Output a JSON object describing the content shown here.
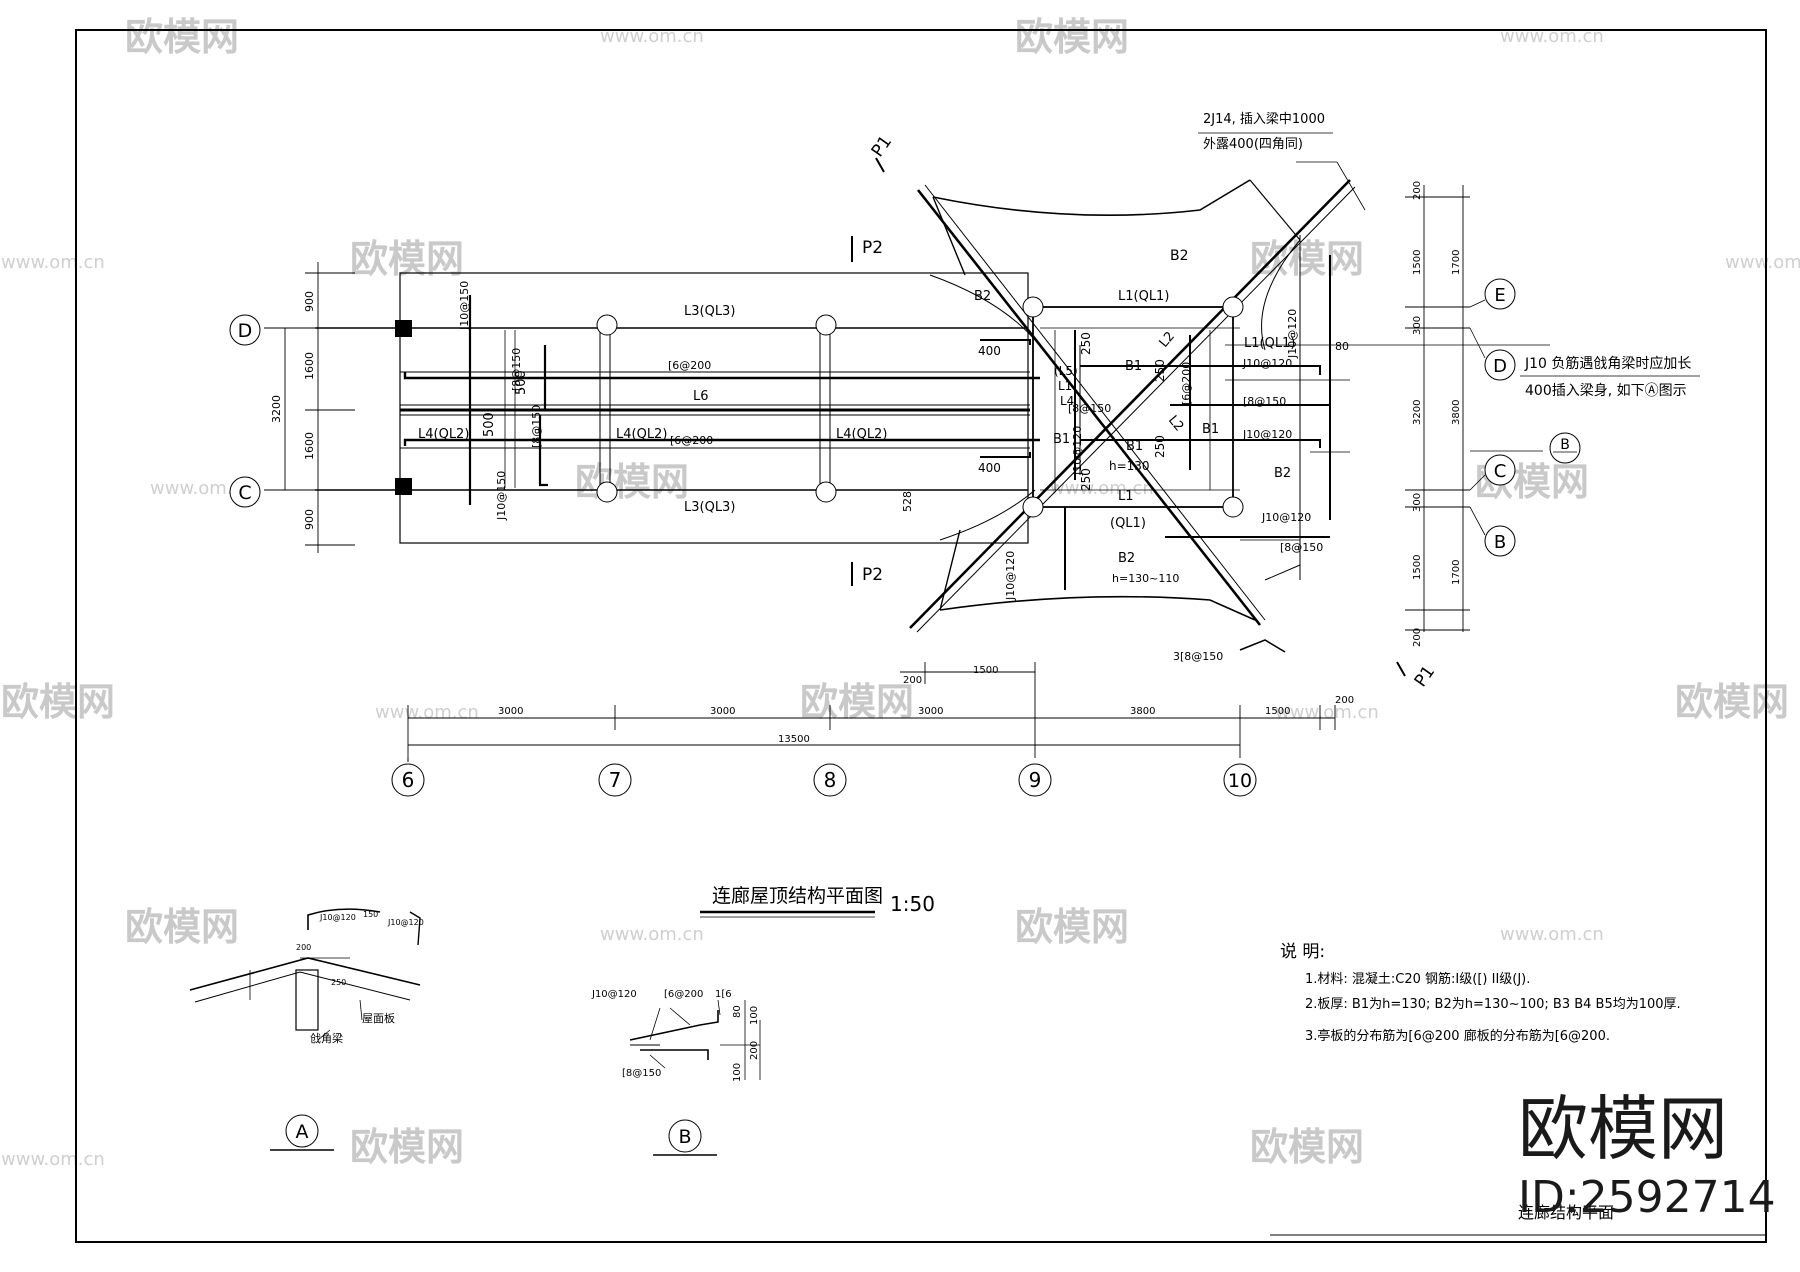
{
  "drawing": {
    "title": "连廊屋顶结构平面图",
    "scale": "1:50",
    "title_block": "连廊结构平面"
  },
  "grid_axes": {
    "columns": [
      "6",
      "7",
      "8",
      "9",
      "10"
    ],
    "rows_left": [
      "D",
      "C"
    ],
    "rows_right": [
      "E",
      "D",
      "B",
      "C",
      "B"
    ]
  },
  "dims_bottom": {
    "spans": [
      "3000",
      "3000",
      "3000",
      "3800",
      "1500"
    ],
    "total": "13500",
    "upper_a": "200",
    "upper_b": "1500",
    "right": "200"
  },
  "dims_left": {
    "segments": [
      "900",
      "1600",
      "1600",
      "900"
    ],
    "total": "3200"
  },
  "dims_right": {
    "inner": [
      "200",
      "1500",
      "300",
      "3200",
      "300",
      "1500",
      "200"
    ],
    "outer": [
      "1700",
      "3800",
      "1700"
    ]
  },
  "section_marks": {
    "p1": "P1",
    "p2": "P2"
  },
  "labels": {
    "b1": "B1",
    "b2": "B2",
    "b1h": "h=130",
    "b2h": "h=130~110",
    "l1": "L1(QL1)",
    "l1_lower": "L1",
    "ql1": "(QL1)",
    "l2": "L2",
    "l3": "L3(QL3)",
    "l4": "L4(QL2)",
    "l4b": "L4",
    "l5": "(L5)",
    "l6": "L6",
    "l1s": "L1",
    "r6_200": "[6@200",
    "r8_150": "[8@150",
    "r10_150": "J10@150",
    "r10_120": "J10@120",
    "r8_150b": "3[8@150",
    "d400": "400",
    "d500": "500",
    "d250": "250",
    "d528": "528",
    "d80": "80"
  },
  "callouts": {
    "c1_line1": "2J14, 插入梁中1000",
    "c1_line2": "外露400(四角同)",
    "c2_line1": "J10  负筋遇戗角梁时应加长",
    "c2_line2": "400插入梁身, 如下Ⓐ图示"
  },
  "notes": {
    "heading": "说  明:",
    "items": [
      "1.材料: 混凝土:C20 钢筋:I级([) II级(J).",
      "2.板厚: B1为h=130; B2为h=130~100; B3 B4 B5均为100厚.",
      "3.亭板的分布筋为[6@200  廊板的分布筋为[6@200."
    ]
  },
  "detail_a": {
    "marker": "A",
    "label_beam": "戗角梁",
    "label_slab": "屋面板",
    "rebar_top": "J10@120",
    "rebar_side": "J10@120",
    "dim_top": "150",
    "dim_side": "250",
    "dim_bottom": "200"
  },
  "detail_b": {
    "marker": "B",
    "rebar1": "J10@120",
    "rebar2": "[6@200",
    "rebar3": "1[6",
    "rebar4": "[8@150",
    "dims": [
      "80",
      "100",
      "200",
      "100"
    ]
  },
  "watermark": {
    "brand": "欧模网",
    "url": "www.om.cn",
    "id": "ID:2592714"
  }
}
